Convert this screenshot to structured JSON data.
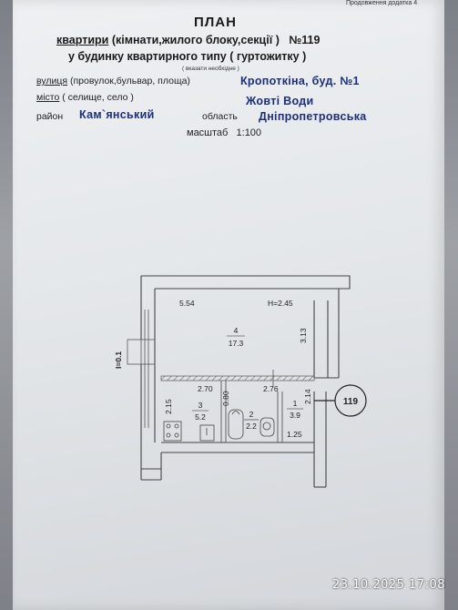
{
  "header_note": "Продовження додатка 4",
  "title": "ПЛАН",
  "line1": {
    "prefix": "квартири",
    "middle": "(кімнати,жилого блоку,секції )",
    "number": "№119"
  },
  "line2": "у  будинку квартирного типу  ( гуртожитку )",
  "note": "( вказати необхідне )",
  "street": {
    "label": "вулиця",
    "hint": "(провулок,бульвар, площа)",
    "value": "Кропоткіна, буд. №1"
  },
  "city": {
    "label": "місто",
    "hint": "( селище, село )",
    "value": "Жовті  Води"
  },
  "district": {
    "label": "район",
    "value": "Кам`янський",
    "region_label": "область",
    "region_value": "Дніпропетровська"
  },
  "scale": {
    "label": "масштаб",
    "value": "1:100"
  },
  "plan": {
    "room4": {
      "number": "4",
      "area": "17.3"
    },
    "room3": {
      "number": "3",
      "area": "5.2"
    },
    "room2": {
      "number": "2",
      "area": "2.2"
    },
    "room1": {
      "number": "1",
      "area": "3.9"
    },
    "dims": {
      "top_width": "5.54",
      "height": "H=2.45",
      "room4_depth": "3.13",
      "room3_width": "2.70",
      "room3_depth": "2.15",
      "room2_width": "0.80",
      "room1_width": "2.76",
      "room1_depth": "2.14",
      "corridor": "1.25",
      "window": "I=0.1"
    },
    "apartment_tag": "119"
  },
  "photo_timestamp": "23.10.2025 17:08"
}
